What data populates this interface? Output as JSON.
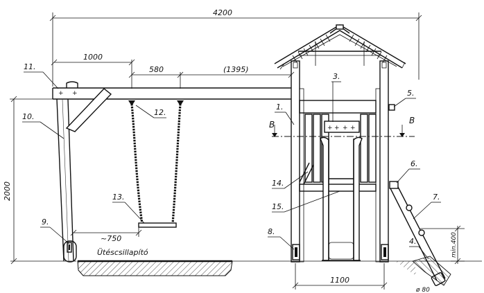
{
  "dimensions": {
    "total_width": "4200",
    "arm_length": "1000",
    "swing_gap": "580",
    "beam_remainder": "(1395)",
    "height": "2000",
    "house_width": "1100",
    "seat_offset": "~750",
    "post_depth": "min.400",
    "post_diameter": "ø 80"
  },
  "labels": {
    "ground_cover": "Ütéscsillapító",
    "section_mark": "B"
  },
  "callouts": [
    "1.",
    "3.",
    "4.",
    "5.",
    "6.",
    "7.",
    "8.",
    "9.",
    "10.",
    "11.",
    "12.",
    "13.",
    "14.",
    "15."
  ]
}
